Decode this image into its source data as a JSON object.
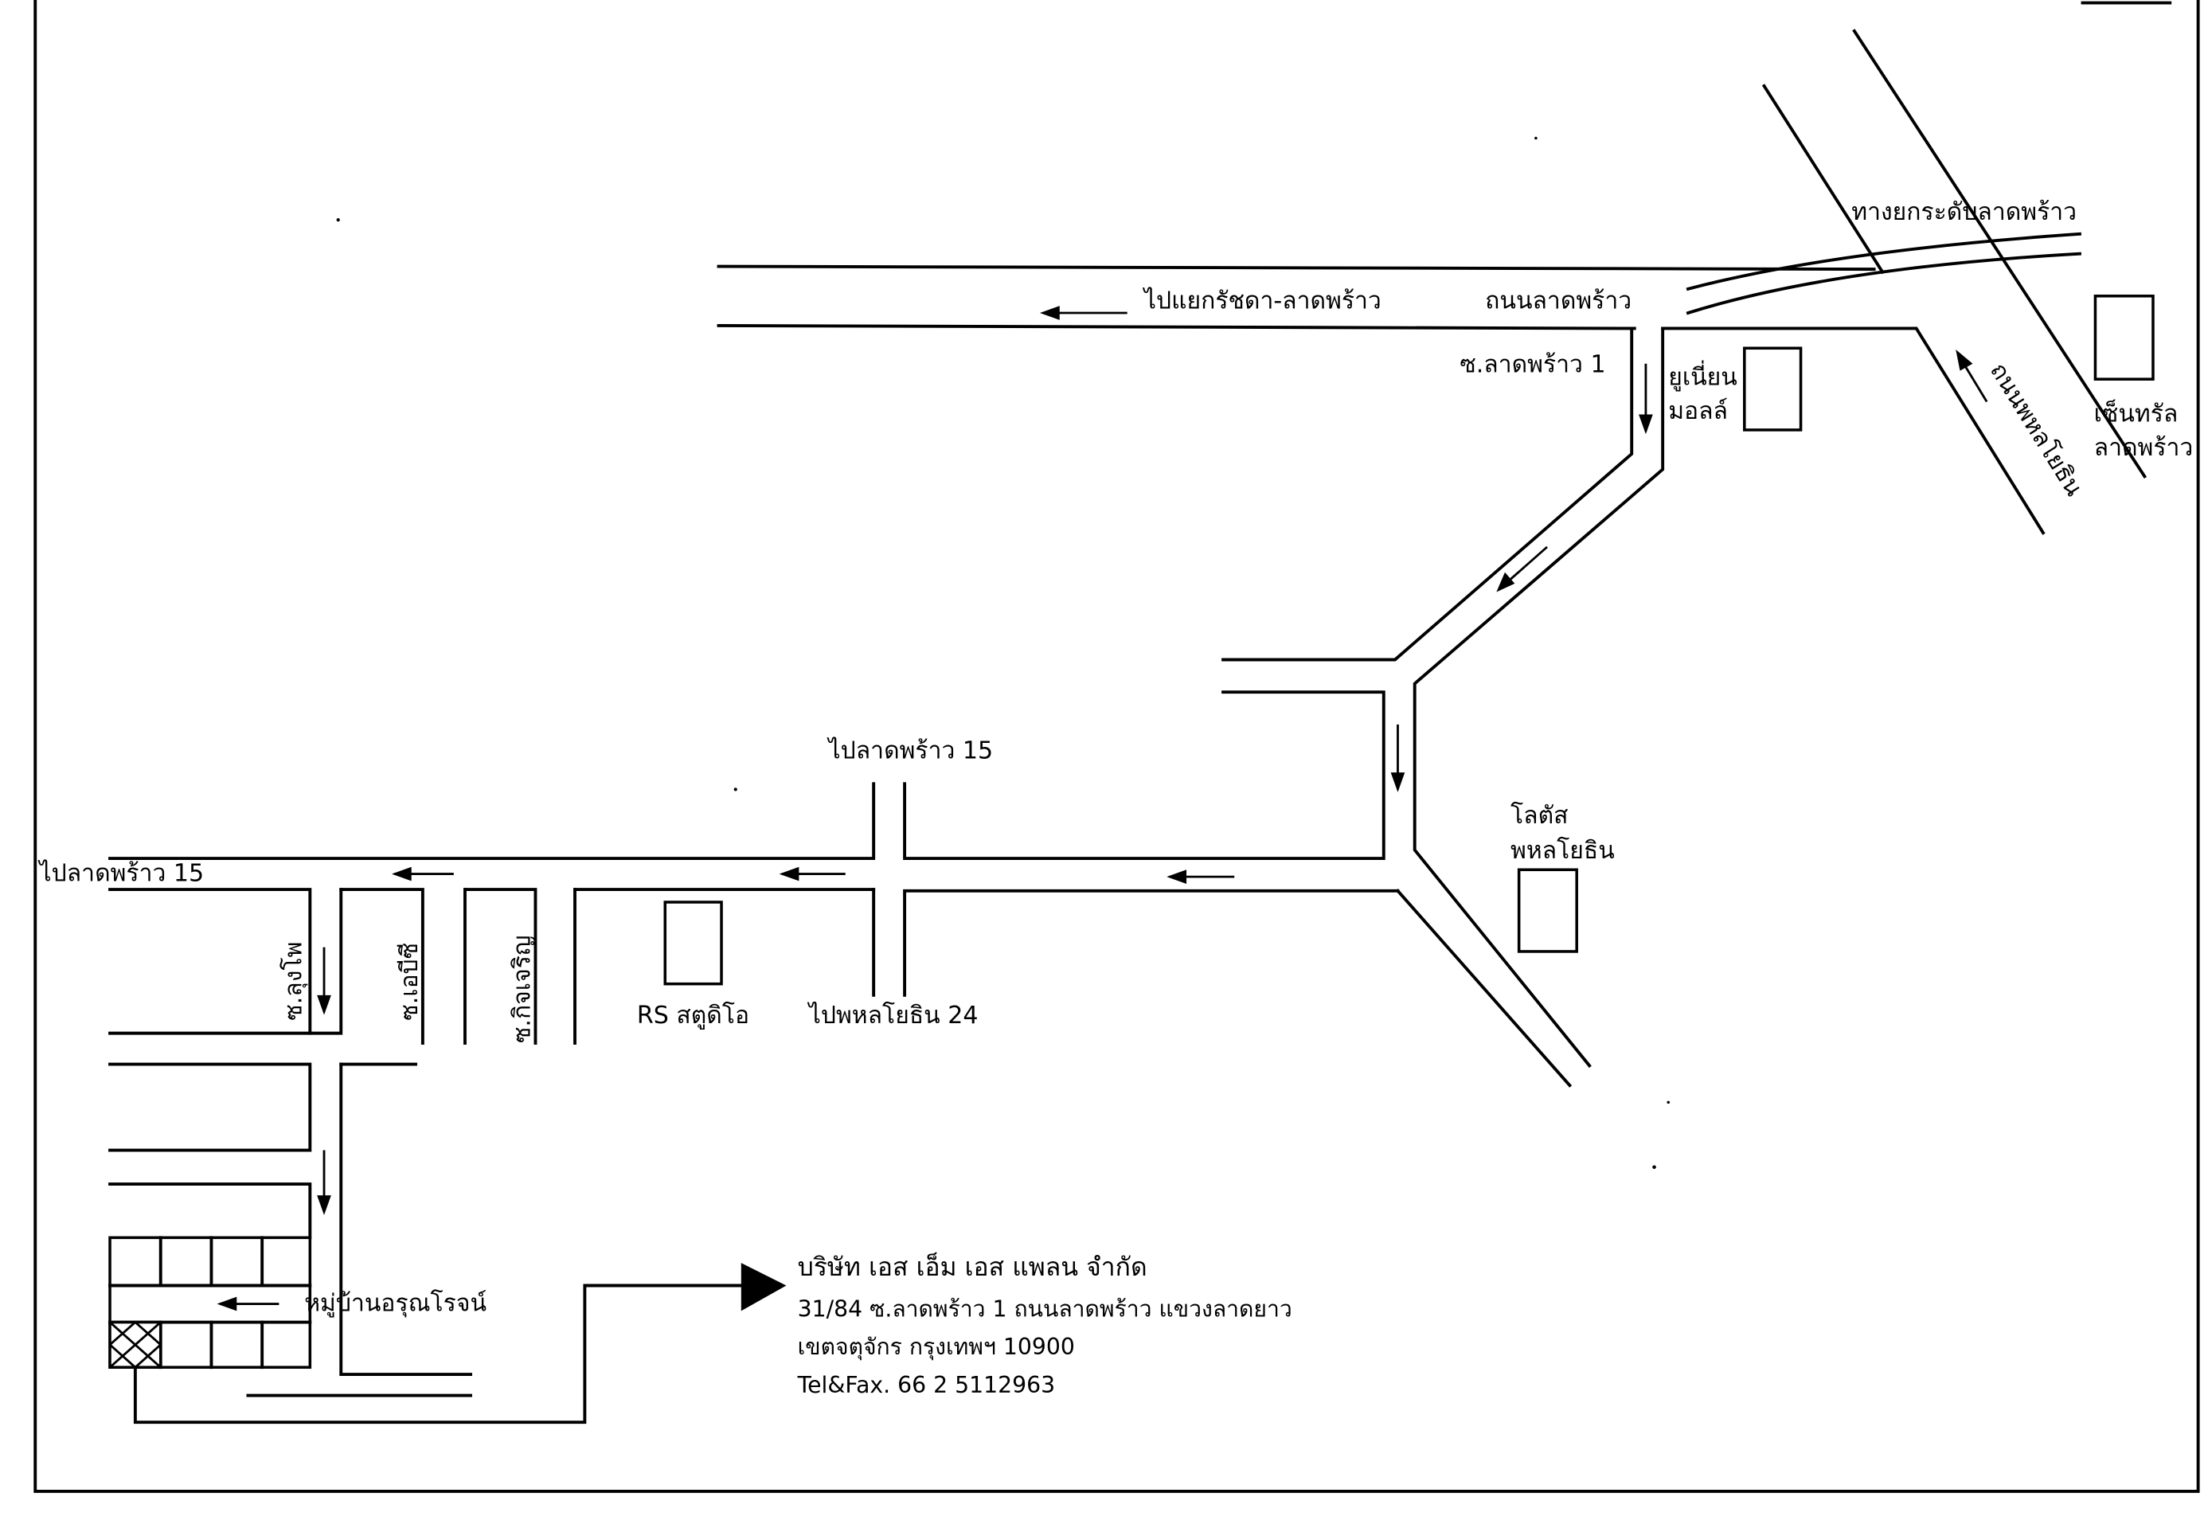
{
  "map": {
    "roads": {
      "lat_phrao_road": "ถนนลาดพร้าว",
      "to_ratchada": "ไปแยกรัชดา-ลาดพร้าว",
      "expressway": "ทางยกระดับลาดพร้าว",
      "soi_lat_phrao_1": "ซ.ลาดพร้าว 1",
      "phahon_yothin_road": "ถนนพหลโยธิน",
      "to_lat_phrao_15_top": "ไปลาดพร้าว 15",
      "to_lat_phrao_15_left": "ไปลาดพร้าว 15",
      "to_phahon_yothin_24": "ไปพหลโยธิน 24",
      "soi_lung_pho": "ซ.ลุงโพ",
      "soi_abc": "ซ.เอบีซี",
      "soi_kit_charoen": "ซ.กิจเจริญ"
    },
    "places": {
      "union_mall_line1": "ยูเนี่ยน",
      "union_mall_line2": "มอลล์",
      "central_line1": "เซ็นทรัล",
      "central_line2": "ลาดพร้าว",
      "lotus_line1": "โลตัส",
      "lotus_line2": "พหลโยธิน",
      "rs_studio": "RS สตูดิโอ",
      "village": "หมู่บ้านอรุณโรจน์"
    }
  },
  "company": {
    "name": "บริษัท เอส เอ็ม เอส แพลน จำกัด",
    "address_line1": "31/84 ซ.ลาดพร้าว 1 ถนนลาดพร้าว แขวงลาดยาว",
    "address_line2": "เขตจตุจักร กรุงเทพฯ 10900",
    "contact": "Tel&Fax. 66 2 5112963"
  }
}
